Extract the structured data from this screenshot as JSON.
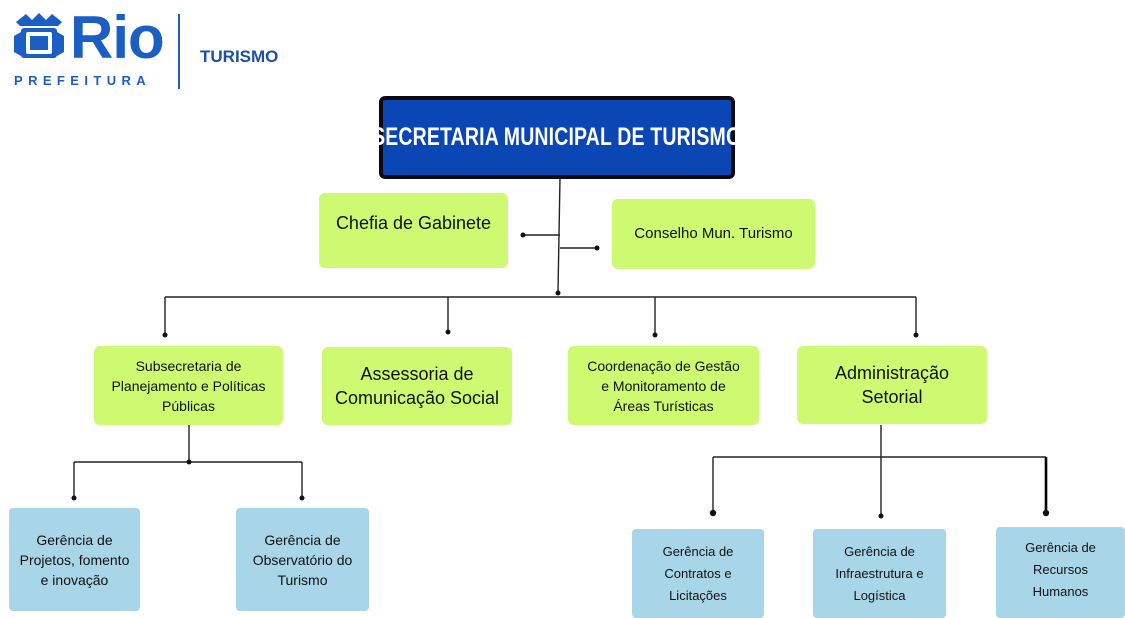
{
  "header": {
    "logo_word": "Rio",
    "logo_subtitle": "PREFEITURA",
    "department": "TURISMO"
  },
  "colors": {
    "brand_blue": "#1b5fc5",
    "top_box": "#0a46b4",
    "green_box": "#cdfa70",
    "blue_box": "#a8d6e8"
  },
  "org": {
    "top": "SECRETARIA MUNICIPAL DE TURISMO",
    "staff": {
      "chefia": "Chefia de Gabinete",
      "conselho": "Conselho Mun. Turismo"
    },
    "units": {
      "subsecretaria": [
        "Subsecretaria de",
        "Planejamento e Políticas",
        "Públicas"
      ],
      "assessoria": [
        "Assessoria de",
        "Comunicação Social"
      ],
      "coordenacao": [
        "Coordenação de Gestão",
        "e Monitoramento de",
        "Áreas Turísticas"
      ],
      "administracao": [
        "Administração",
        "Setorial"
      ]
    },
    "gerencias": {
      "projetos": [
        "Gerência de",
        "Projetos, fomento",
        "e inovação"
      ],
      "observatorio": [
        "Gerência de",
        "Observatório do",
        "Turismo"
      ],
      "contratos": [
        "Gerência de",
        "Contratos e",
        "Licitações"
      ],
      "infraestrutura": [
        "Gerência de",
        "Infraestrutura e",
        "Logística"
      ],
      "recursos": [
        "Gerência de",
        "Recursos",
        "Humanos"
      ]
    }
  }
}
